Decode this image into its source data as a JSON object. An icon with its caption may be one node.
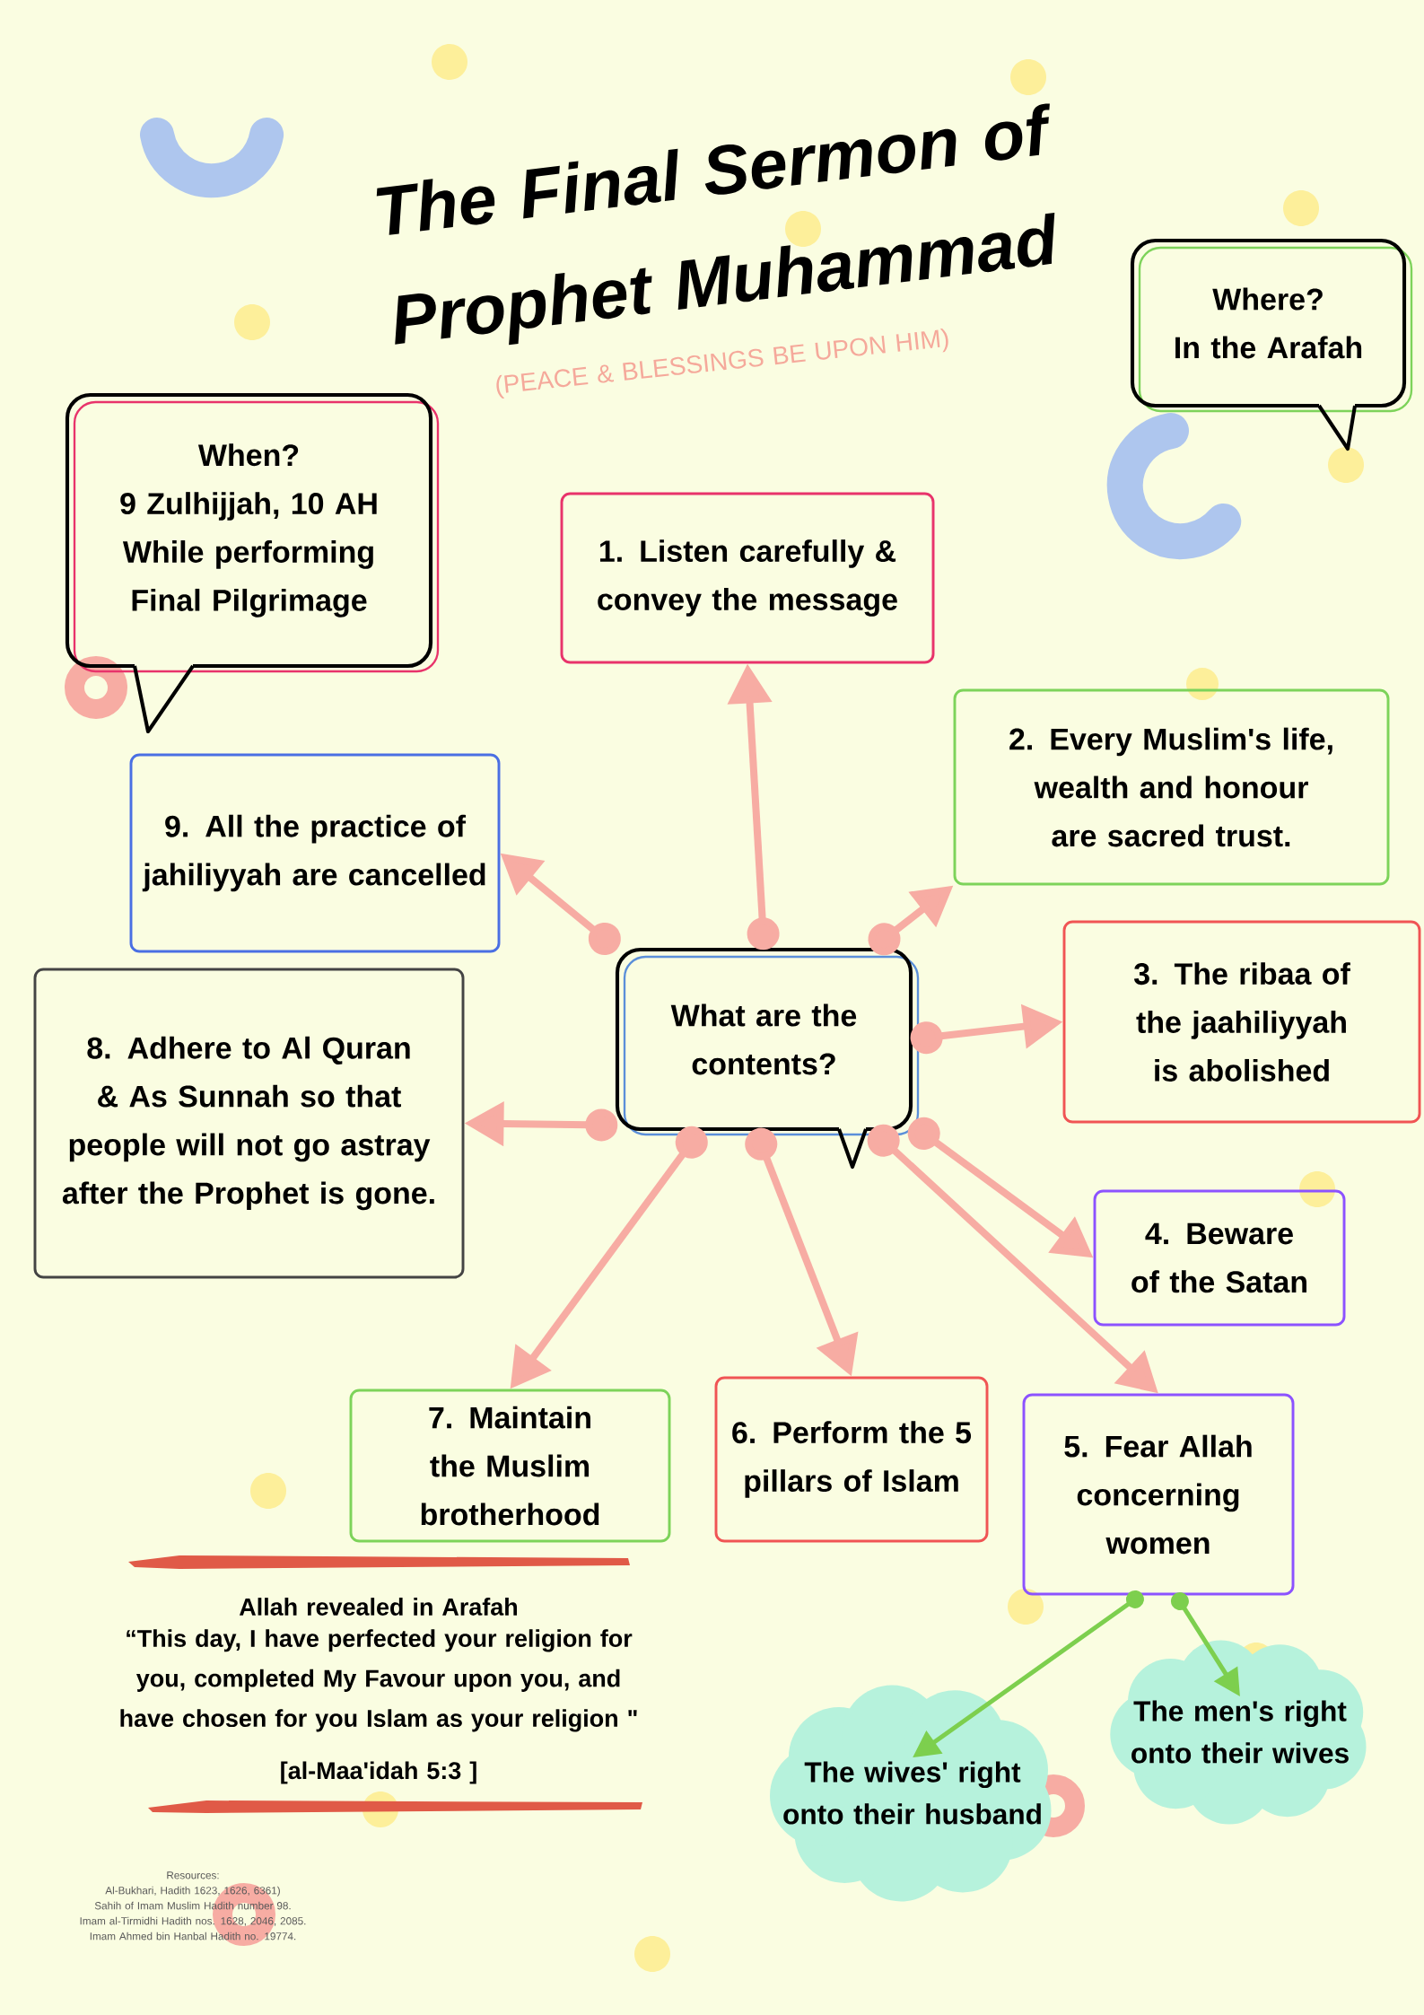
{
  "diagram": {
    "title": "The Final Sermon of Prophet Muhammad",
    "nodes": [
      {
        "text": [
          "Where?",
          "In the Arafah"
        ]
      },
      {
        "text": [
          "When?",
          "9 Zulhijjah, 10 AH",
          "While performing Final Pilgrimage"
        ]
      },
      {
        "text": [
          "1. Listen carefully & convey the message"
        ]
      },
      {
        "text": [
          "2. Every Muslim's life, wealth and honour are sacred trust."
        ]
      },
      {
        "text": [
          "9. All the practice of jahiliyyah are cancelled"
        ]
      },
      {
        "text": [
          "What are the contents?"
        ]
      },
      {
        "text": [
          "3. The ribaa of the jaahiliyyah is abolished"
        ]
      },
      {
        "text": [
          "8. Adhere to Al Quran & As Sunnah so that people will not go astray after the Prophet is gone."
        ]
      },
      {
        "text": [
          "4. Beware of the Satan"
        ]
      },
      {
        "text": [
          "7. Maintain the Muslim brotherhood"
        ]
      },
      {
        "text": [
          "6. Perform the 5 pillars of Islam"
        ]
      },
      {
        "text": [
          "5. Fear Allah concerning women"
        ]
      },
      {
        "text": [
          "The wives' right onto their husband"
        ]
      },
      {
        "text": [
          "The men's right onto their wives"
        ]
      }
    ],
    "edges": [
      {
        "from": 5,
        "to": 2,
        "arrow": "to"
      },
      {
        "from": 5,
        "to": 3,
        "arrow": "to"
      },
      {
        "from": 5,
        "to": 6,
        "arrow": "to"
      },
      {
        "from": 5,
        "to": 4,
        "arrow": "to"
      },
      {
        "from": 5,
        "to": 7,
        "arrow": "to"
      },
      {
        "from": 5,
        "to": 9,
        "arrow": "to"
      },
      {
        "from": 5,
        "to": 10,
        "arrow": "to"
      },
      {
        "from": 5,
        "to": 8,
        "arrow": "to"
      },
      {
        "from": 5,
        "to": 11,
        "arrow": "to"
      },
      {
        "from": 11,
        "to": 12,
        "arrow": "to",
        "color": "#7dcf4e"
      },
      {
        "from": 11,
        "to": 13,
        "arrow": "to",
        "color": "#7dcf4e"
      }
    ],
    "labels": [
      "(PEACE & BLESSINGS BE UPON HIM)",
      "Allah revealed in Arafah",
      "“This day, I have perfected your religion for you, completed My Favour upon you, and have chosen for you Islam as your religion \"",
      "[al-Maa'idah 5:3 ]",
      "Resources:",
      "Al-Bukhari, Hadith 1623, 1626, 6361)",
      "Sahih of Imam Muslim Hadith number 98.",
      "Imam al-Tirmidhi Hadith nos. 1628, 2046, 2085.",
      "Imam Ahmed bin Hanbal Hadith no. 19774."
    ]
  }
}
